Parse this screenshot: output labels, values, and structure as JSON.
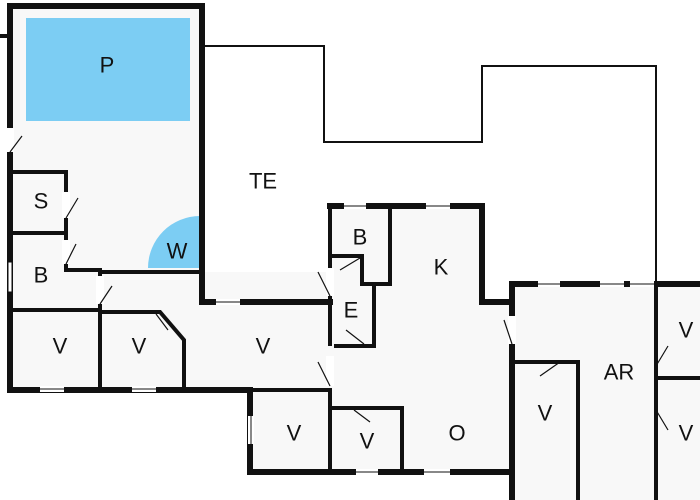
{
  "colors": {
    "wall": "#111111",
    "floor": "#f8f8f8",
    "pool": "#7ccdf3",
    "window": "#ffffff",
    "background": "#ffffff"
  },
  "rooms": {
    "pool": "P",
    "terrace": "TE",
    "whirlpool": "W",
    "sauna": "S",
    "bath_left": "B",
    "bedroom_1": "V",
    "bedroom_2": "V",
    "hallway": "V",
    "bath_center": "B",
    "entrance": "E",
    "kitchen": "K",
    "living": "O",
    "bedroom_3": "V",
    "bedroom_4": "V",
    "bedroom_5": "V",
    "utility": "AR",
    "bedroom_6": "V",
    "bedroom_7": "V"
  }
}
